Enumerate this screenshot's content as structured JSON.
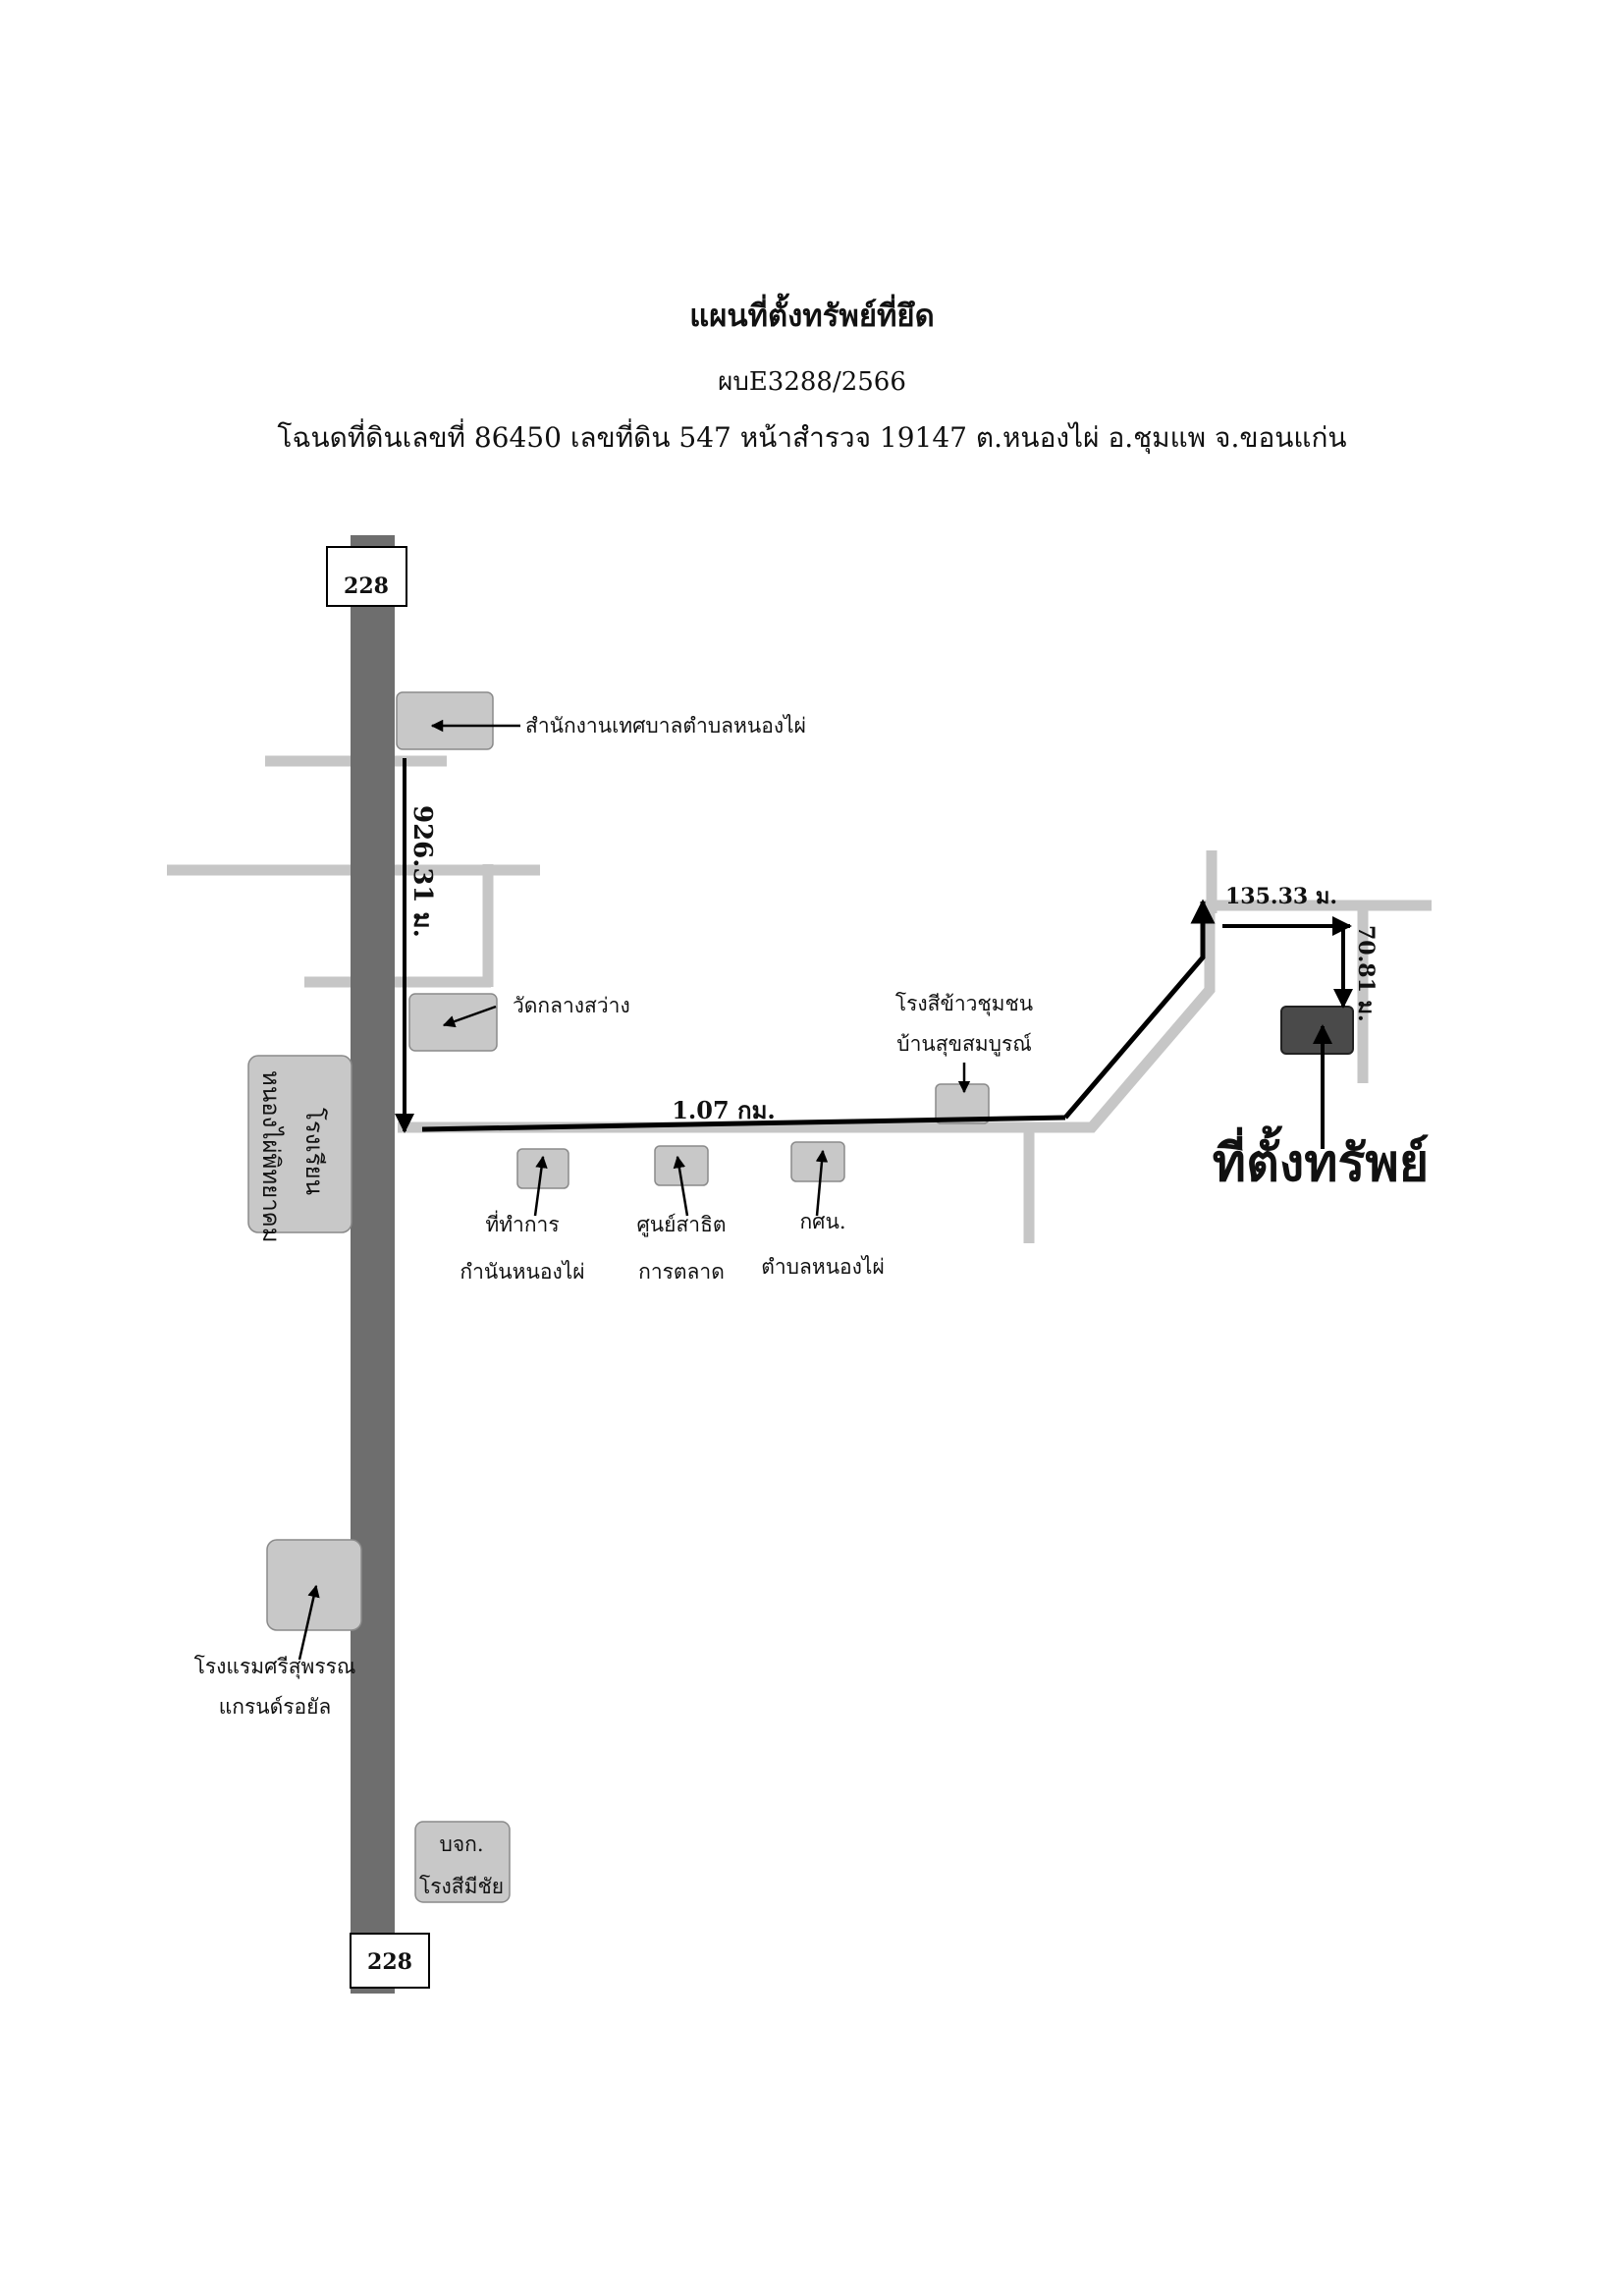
{
  "header": {
    "title": "แผนที่ตั้งทรัพย์ที่ยึด",
    "case_no": "ผบE3288/2566",
    "deed_info": "โฉนดที่ดินเลขที่ 86450 เลขที่ดิน 547 หน้าสำรวจ 19147 ต.หนองไผ่ อ.ชุมแพ จ.ขอนแก่น"
  },
  "map": {
    "highway_top": "228",
    "highway_bottom": "228",
    "distances": {
      "vertical": "926.31 ม.",
      "horizontal": "1.07 กม.",
      "top_right": "135.33 ม.",
      "right_down": "70.81 ม."
    },
    "property_label": "ที่ตั้งทรัพย์",
    "landmarks": {
      "municipal_office": "สำนักงานเทศบาลตำบลหนองไผ่",
      "temple": "วัดกลางสว่าง",
      "school_line1": "โรงเรียน",
      "school_line2": "หนองไผ่พิทยาคม",
      "rice_mill_line1": "โรงสีข้าวชุมชน",
      "rice_mill_line2": "บ้านสุขสมบูรณ์",
      "kamnan_line1": "ที่ทำการ",
      "kamnan_line2": "กำนันหนองไผ่",
      "market_line1": "ศูนย์สาธิต",
      "market_line2": "การตลาด",
      "ksn_line1": "กศน.",
      "ksn_line2": "ตำบลหนองไผ่",
      "hotel_line1": "โรงแรมศรีสุพรรณ",
      "hotel_line2": "แกรนด์รอยัล",
      "mill2_line1": "บจก.",
      "mill2_line2": "โรงสีมีชัย"
    },
    "colors": {
      "highway": "#6e6e6e",
      "road": "#c6c6c6",
      "building": "#c8c8c8",
      "property": "#4a4a4a",
      "route": "#000000"
    }
  }
}
